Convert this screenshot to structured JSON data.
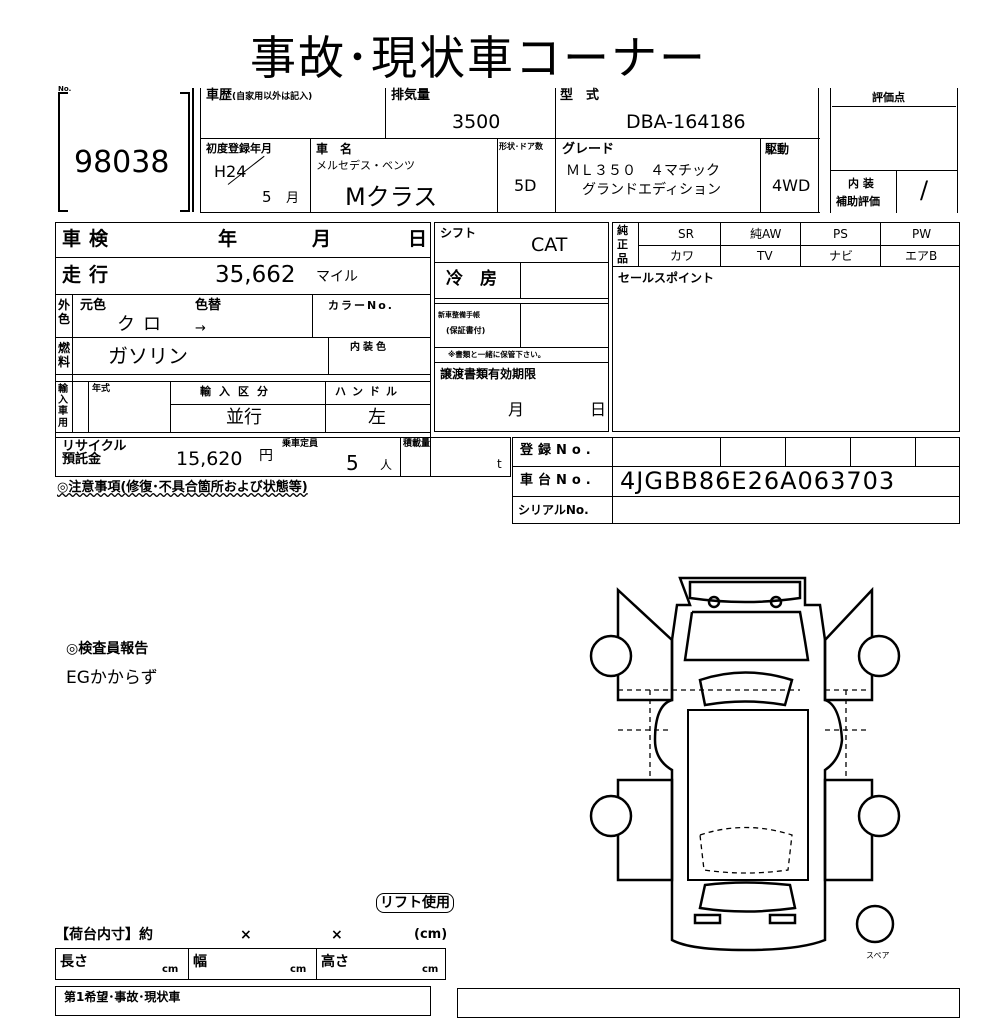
{
  "title": "事故･現状車コーナー",
  "header": {
    "no_label": "No.",
    "lot_no": "98038",
    "history_label": "車歴",
    "history_note": "(自家用以外は記入)",
    "displacement_label": "排気量",
    "displacement": "3500",
    "model_label": "型　式",
    "model": "DBA-164186",
    "score_label": "評価点",
    "reg_label": "初度登録年月",
    "reg_year": "H24",
    "reg_month": "5",
    "reg_month_unit": "月",
    "name_label": "車　名",
    "maker": "メルセデス・ベンツ",
    "car_name": "Mクラス",
    "doors_label": "形状･ドア数",
    "doors": "5D",
    "grade_label": "グレード",
    "grade_line1": "ＭＬ３５０　４マチック",
    "grade_line2": "グランドエディション",
    "drive_label": "駆動",
    "drive": "4WD",
    "interior_label1": "内 装",
    "interior_label2": "補助評価",
    "interior_value": "/"
  },
  "spec": {
    "shaken_label": "車検",
    "year_label": "年",
    "month_label": "月",
    "day_label": "日",
    "shift_label": "シフト",
    "shift": "CAT",
    "mileage_label": "走行",
    "mileage": "35,662",
    "mileage_unit": "マイル",
    "aircon_label": "冷　房",
    "exterior_label": "外色",
    "orig_color_label": "元色",
    "orig_color": "クロ",
    "color_change_label": "色替",
    "color_change": "→",
    "color_no_label": "カラーNo.",
    "fuel_label": "燃料",
    "fuel": "ガソリン",
    "interior_color_label": "内装色",
    "maint_label1": "新車整備手帳",
    "maint_label2": "(保証書付)",
    "maint_note": "※書類と一緒に保管下さい。",
    "import_label": "輸入車用",
    "model_year_label": "年式",
    "import_type_label": "輸入区分",
    "import_type": "並行",
    "handle_label": "ハンドル",
    "handle": "左",
    "docs_label": "譲渡書類有効期限",
    "docs_month": "月",
    "docs_day": "日",
    "recycle_label1": "リサイクル",
    "recycle_label2": "預託金",
    "recycle": "15,620",
    "recycle_unit": "円",
    "capacity_label": "乗車定員",
    "capacity": "5",
    "capacity_unit": "人",
    "load_label": "積載量",
    "load_unit": "t",
    "reg_no_label": "登録No.",
    "chassis_label": "車台No.",
    "chassis_no": "4JGBB86E26A063703",
    "serial_label": "シリアルNo.",
    "caution": "◎注意事項(修復･不具合箇所および状態等)"
  },
  "equipment": {
    "genuine_label": "純正品",
    "headers": [
      "SR",
      "純AW",
      "PS",
      "PW"
    ],
    "row2": [
      "カワ",
      "TV",
      "ナビ",
      "エアB"
    ],
    "sales_label": "セールスポイント"
  },
  "report": {
    "label": "◎検査員報告",
    "text": "EGかからず",
    "lift": "リフト使用"
  },
  "cargo": {
    "label": "【荷台内寸】約",
    "x1": "×",
    "x2": "×",
    "unit": "(cm)",
    "length": "長さ",
    "width": "幅",
    "height": "高さ",
    "cm": "cm",
    "cut_text": "第1希望･事故･現状車"
  },
  "diagram": {
    "spare": "スペア"
  }
}
